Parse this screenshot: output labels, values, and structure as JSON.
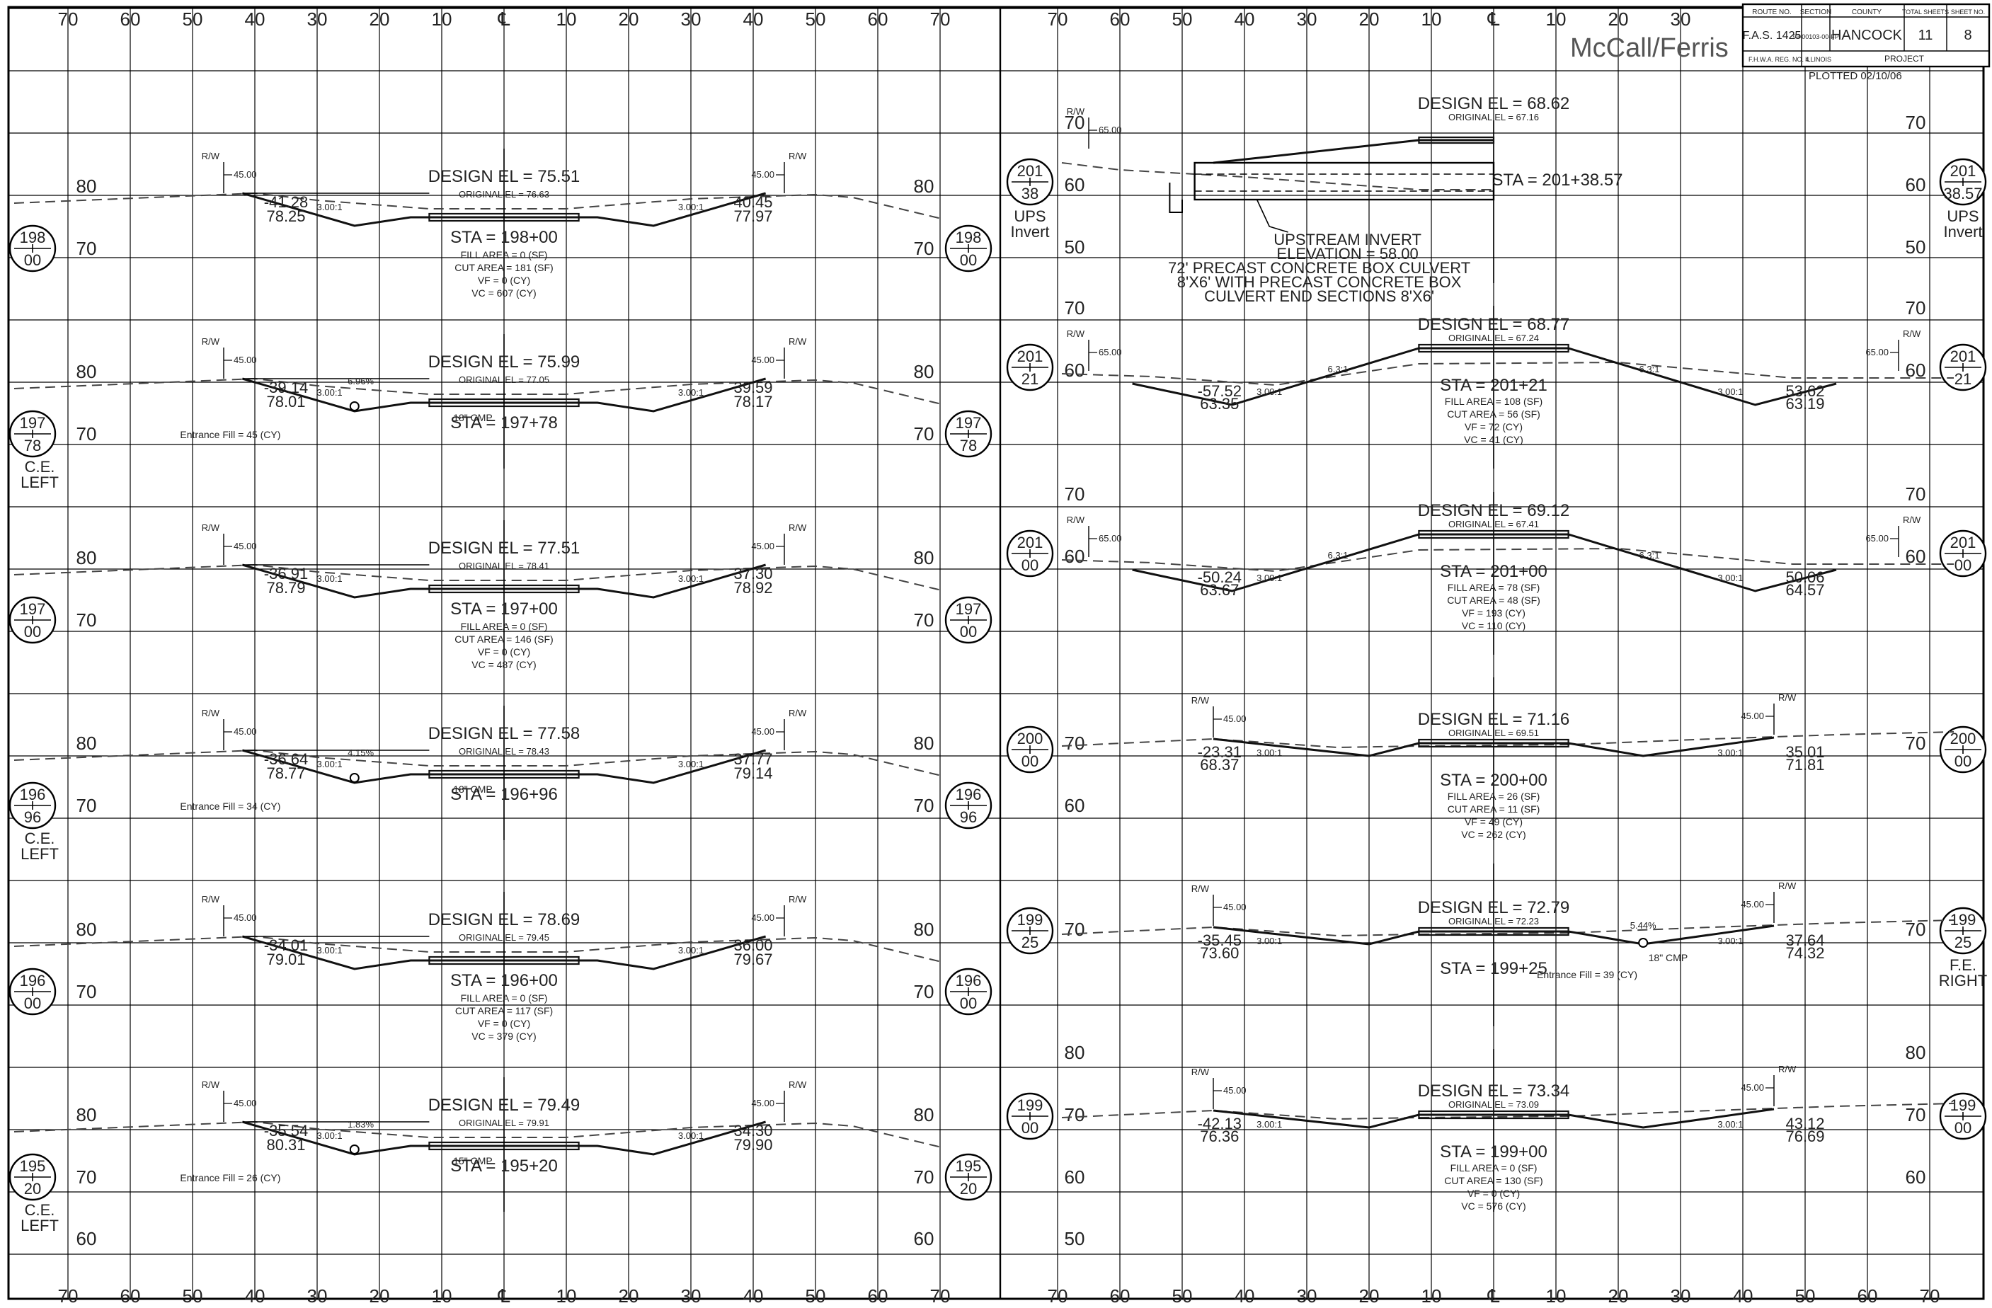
{
  "title_block": {
    "designer": "McCall/Ferris",
    "route_no_label": "ROUTE NO.",
    "route_no": "F.A.S. 1425",
    "section_label": "SECTION",
    "section": "99-00103-00-FP",
    "county_label": "COUNTY",
    "county": "HANCOCK",
    "total_sheets_label": "TOTAL SHEETS",
    "total_sheets": "11",
    "sheet_no_label": "SHEET NO.",
    "sheet_no": "8",
    "fhwa": "F.H.W.A. REG. NO. 4",
    "state": "ILLINOIS",
    "project_label": "PROJECT",
    "plotted": "PLOTTED 02/10/06"
  },
  "offset_ticks": [
    "70",
    "60",
    "50",
    "40",
    "30",
    "20",
    "10",
    "℄",
    "10",
    "20",
    "30",
    "40",
    "50",
    "60",
    "70"
  ],
  "right_top_ticks": [
    "70",
    "60",
    "50",
    "40",
    "30",
    "20",
    "10",
    "℄",
    "10",
    "20",
    "30"
  ],
  "bottom_ticks_left": [
    "70",
    "60",
    "50",
    "40",
    "30",
    "20",
    "10",
    "℄",
    "10",
    "20",
    "30",
    "40",
    "50",
    "60",
    "70"
  ],
  "bottom_ticks_right": [
    "70",
    "60",
    "50",
    "40",
    "30",
    "20",
    "10",
    "℄",
    "10",
    "20",
    "30",
    "40",
    "50",
    "60",
    "70"
  ],
  "left_sections": [
    {
      "station_top": "198",
      "station_bot": "00",
      "station_text": "STA = 198+00",
      "design_el": "DESIGN EL = 75.51",
      "original_el": "ORIGINAL EL = 76.63",
      "elev_upper": "80",
      "elev_lower": "70",
      "left_rw": "45.00",
      "right_rw": "45.00",
      "left_off": "-41.28",
      "left_el": "78.25",
      "right_off": "40.45",
      "right_el": "77.97",
      "slope_left": "3.00:1",
      "slope_right": "3.00:1",
      "notes": [
        "FILL AREA = 0 (SF)",
        "CUT AREA = 181 (SF)",
        "VF = 0 (CY)",
        "VC = 607 (CY)"
      ],
      "side_label": "",
      "pipe": "",
      "entrance": "",
      "grade": ""
    },
    {
      "station_top": "197",
      "station_bot": "78",
      "station_text": "STA = 197+78",
      "design_el": "DESIGN EL = 75.99",
      "original_el": "ORIGINAL EL = 77.05",
      "elev_upper": "80",
      "elev_lower": "70",
      "left_rw": "45.00",
      "right_rw": "45.00",
      "left_off": "-39.14",
      "left_el": "78.01",
      "right_off": "39.59",
      "right_el": "78.17",
      "slope_left": "3.00:1",
      "slope_right": "3.00:1",
      "notes": [],
      "side_label": "C.E. LEFT",
      "pipe": "18\" CMP",
      "entrance": "Entrance Fill = 45 (CY)",
      "grade": "6.96%"
    },
    {
      "station_top": "197",
      "station_bot": "00",
      "station_text": "STA = 197+00",
      "design_el": "DESIGN EL = 77.51",
      "original_el": "ORIGINAL EL = 78.41",
      "elev_upper": "80",
      "elev_lower": "70",
      "left_rw": "45.00",
      "right_rw": "45.00",
      "left_off": "-36.91",
      "left_el": "78.79",
      "right_off": "37.30",
      "right_el": "78.92",
      "slope_left": "3.00:1",
      "slope_right": "3.00:1",
      "notes": [
        "FILL AREA = 0 (SF)",
        "CUT AREA = 146 (SF)",
        "VF = 0 (CY)",
        "VC = 487 (CY)"
      ],
      "side_label": "",
      "pipe": "",
      "entrance": "",
      "grade": ""
    },
    {
      "station_top": "196",
      "station_bot": "96",
      "station_text": "STA = 196+96",
      "design_el": "DESIGN EL = 77.58",
      "original_el": "ORIGINAL EL = 78.43",
      "elev_upper": "80",
      "elev_lower": "70",
      "left_rw": "45.00",
      "right_rw": "45.00",
      "left_off": "-36.64",
      "left_el": "78.77",
      "right_off": "37.77",
      "right_el": "79.14",
      "slope_left": "3.00:1",
      "slope_right": "3.00:1",
      "notes": [],
      "side_label": "C.E. LEFT",
      "pipe": "18\" CMP",
      "entrance": "Entrance Fill = 34 (CY)",
      "grade": "4.15%"
    },
    {
      "station_top": "196",
      "station_bot": "00",
      "station_text": "STA = 196+00",
      "design_el": "DESIGN EL = 78.69",
      "original_el": "ORIGINAL EL = 79.45",
      "elev_upper": "80",
      "elev_lower": "70",
      "left_rw": "45.00",
      "right_rw": "45.00",
      "left_off": "-34.01",
      "left_el": "79.01",
      "right_off": "36.00",
      "right_el": "79.67",
      "slope_left": "3.00:1",
      "slope_right": "3.00:1",
      "notes": [
        "FILL AREA = 0 (SF)",
        "CUT AREA = 117 (SF)",
        "VF = 0 (CY)",
        "VC = 379 (CY)"
      ],
      "side_label": "",
      "pipe": "",
      "entrance": "",
      "grade": ""
    },
    {
      "station_top": "195",
      "station_bot": "20",
      "station_text": "STA = 195+20",
      "design_el": "DESIGN EL = 79.49",
      "original_el": "ORIGINAL EL = 79.91",
      "elev_upper": "80",
      "elev_lower": "70",
      "left_rw": "45.00",
      "right_rw": "45.00",
      "left_off": "-35.54",
      "left_el": "80.31",
      "right_off": "34.30",
      "right_el": "79.90",
      "slope_left": "3.00:1",
      "slope_right": "3.00:1",
      "notes": [],
      "side_label": "C.E. LEFT",
      "pipe": "15\" CMP",
      "entrance": "Entrance Fill = 26 (CY)",
      "grade": "1.83%"
    }
  ],
  "left_bottom_elev": "60",
  "right_sections": [
    {
      "station_top": "201",
      "station_bot": "38",
      "station_right_bot": "38.57",
      "station_text": "STA = 201+38.57",
      "design_el": "DESIGN EL = 68.62",
      "original_el": "ORIGINAL EL = 67.16",
      "elev_upper": "70",
      "elev_mid": "60",
      "elev_lower": "50",
      "left_rw": "65.00",
      "side_label": "UPS Invert",
      "culvert": [
        "UPSTREAM INVERT",
        "ELEVATION = 58.00",
        "72' PRECAST CONCRETE BOX CULVERT",
        "8'X6' WITH PRECAST CONCRETE BOX",
        "CULVERT END SECTIONS 8'X6'"
      ]
    },
    {
      "station_top": "201",
      "station_bot": "21",
      "station_text": "STA = 201+21",
      "design_el": "DESIGN EL = 68.77",
      "original_el": "ORIGINAL EL = 67.24",
      "elev_upper": "70",
      "elev_mid": "60",
      "left_rw": "65.00",
      "right_rw": "65.00",
      "left_off": "-57.52",
      "left_el": "63.35",
      "right_off": "53.62",
      "right_el": "63.19",
      "slope_left": "3.00:1",
      "slope_right": "3.00:1",
      "slope_mid_left": "6.3:1",
      "slope_mid_right": "6.3:1",
      "notes": [
        "FILL AREA = 108 (SF)",
        "CUT AREA = 56 (SF)",
        "VF = 72 (CY)",
        "VC = 41 (CY)"
      ]
    },
    {
      "station_top": "201",
      "station_bot": "00",
      "station_text": "STA = 201+00",
      "design_el": "DESIGN EL = 69.12",
      "original_el": "ORIGINAL EL = 67.41",
      "elev_upper": "70",
      "elev_mid": "60",
      "left_rw": "65.00",
      "right_rw": "65.00",
      "left_off": "-50.24",
      "left_el": "63.67",
      "right_off": "50.06",
      "right_el": "64.57",
      "slope_left": "3.00:1",
      "slope_right": "3.00:1",
      "slope_mid_left": "6.3:1",
      "slope_mid_right": "6.3:1",
      "notes": [
        "FILL AREA = 78 (SF)",
        "CUT AREA = 48 (SF)",
        "VF = 193 (CY)",
        "VC = 110 (CY)"
      ]
    },
    {
      "station_top": "200",
      "station_bot": "00",
      "station_text": "STA = 200+00",
      "design_el": "DESIGN EL = 71.16",
      "original_el": "ORIGINAL EL = 69.51",
      "elev_upper": "70",
      "elev_mid": "60",
      "left_rw": "45.00",
      "right_rw": "45.00",
      "left_off": "-23.31",
      "left_el": "68.37",
      "right_off": "35.01",
      "right_el": "71.81",
      "slope_left": "3.00:1",
      "slope_right": "3.00:1",
      "notes": [
        "FILL AREA = 26 (SF)",
        "CUT AREA = 11 (SF)",
        "VF = 49 (CY)",
        "VC = 262 (CY)"
      ]
    },
    {
      "station_top": "199",
      "station_bot": "25",
      "station_text": "STA = 199+25",
      "design_el": "DESIGN EL = 72.79",
      "original_el": "ORIGINAL EL = 72.23",
      "elev_upper": "70",
      "left_rw": "45.00",
      "right_rw": "45.00",
      "left_off": "-35.45",
      "left_el": "73.60",
      "right_off": "37.64",
      "right_el": "74.32",
      "slope_left": "3.00:1",
      "slope_right": "3.00:1",
      "side_label": "F.E. RIGHT",
      "pipe": "18\" CMP",
      "entrance": "Entrance Fill = 39 (CY)",
      "grade": "5.44%"
    },
    {
      "station_top": "199",
      "station_bot": "00",
      "station_text": "STA = 199+00",
      "design_el": "DESIGN EL = 73.34",
      "original_el": "ORIGINAL EL = 73.09",
      "elev_upper": "80",
      "elev_mid": "70",
      "elev_lower": "60",
      "left_rw": "45.00",
      "right_rw": "45.00",
      "left_off": "-42.13",
      "left_el": "76.36",
      "right_off": "43.12",
      "right_el": "76.69",
      "slope_left": "3.00:1",
      "slope_right": "3.00:1",
      "notes": [
        "FILL AREA = 0 (SF)",
        "CUT AREA = 130 (SF)",
        "VF = 0 (CY)",
        "VC = 576 (CY)"
      ]
    }
  ],
  "right_bottom_elev": "50",
  "rw": "R/W"
}
